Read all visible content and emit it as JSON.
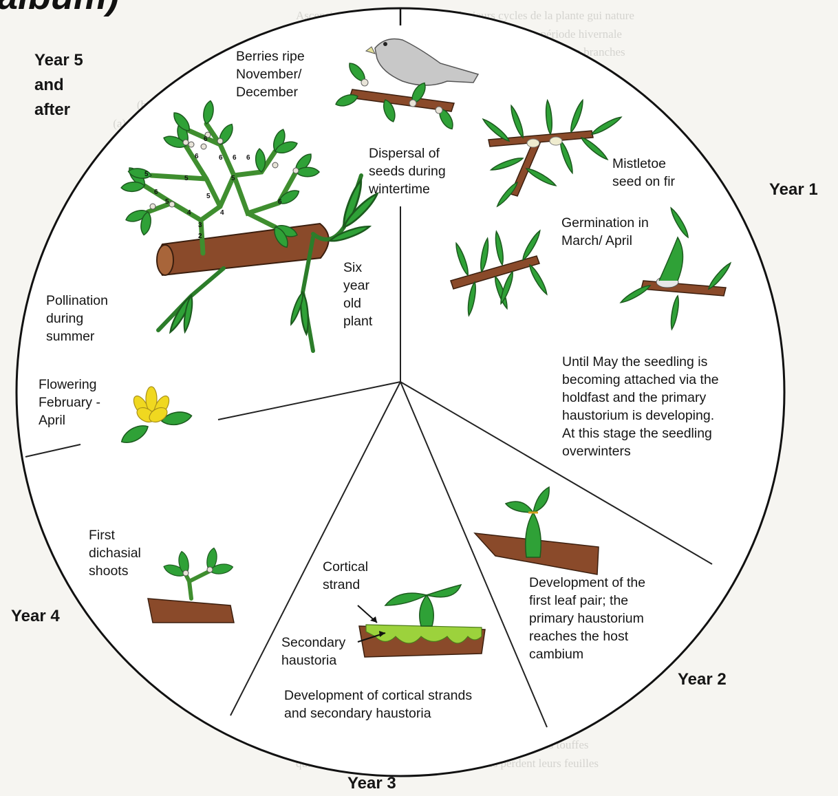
{
  "header": {
    "title_fragment": "album)"
  },
  "diagram": {
    "colors": {
      "leaf": "#2fa137",
      "stem": "#8a4a2a",
      "bird": "#c8c8c8",
      "flower": "#f0d820",
      "cortex": "#9cd23c"
    },
    "years": {
      "year1": "Year 1",
      "year2": "Year 2",
      "year3": "Year 3",
      "year4": "Year 4",
      "year5": "Year 5\nand\nafter"
    },
    "labels": {
      "berries": "Berries ripe\nNovember/\nDecember",
      "dispersal": "Dispersal of\nseeds during\nwintertime",
      "mistletoe_seed": "Mistletoe\nseed on fir",
      "germination": "Germination in\nMarch/ April",
      "until_may": "Until May the seedling is\nbecoming attached via the\nholdfast and the primary\nhaustorium is developing.\nAt this stage the seedling\noverwinters",
      "first_leaf": "Development of the\nfirst leaf pair; the\nprimary haustorium\nreaches the host\ncambium",
      "cortical_strand": "Cortical\nstrand",
      "secondary_haustoria": "Secondary\nhaustoria",
      "development_cortical": "Development of cortical strands\nand secondary haustoria",
      "first_dichasial": "First\ndichasial\nshoots",
      "flowering": "Flowering\nFebruary -\nApril",
      "pollination": "Pollination\nduring\nsummer",
      "six_year": "Six\nyear\nold\nplant"
    },
    "plant_internode_numbers": [
      "6",
      "6",
      "6",
      "6",
      "6",
      "6",
      "6",
      "5",
      "5",
      "5",
      "5",
      "5",
      "4",
      "4",
      "3",
      "2"
    ]
  }
}
